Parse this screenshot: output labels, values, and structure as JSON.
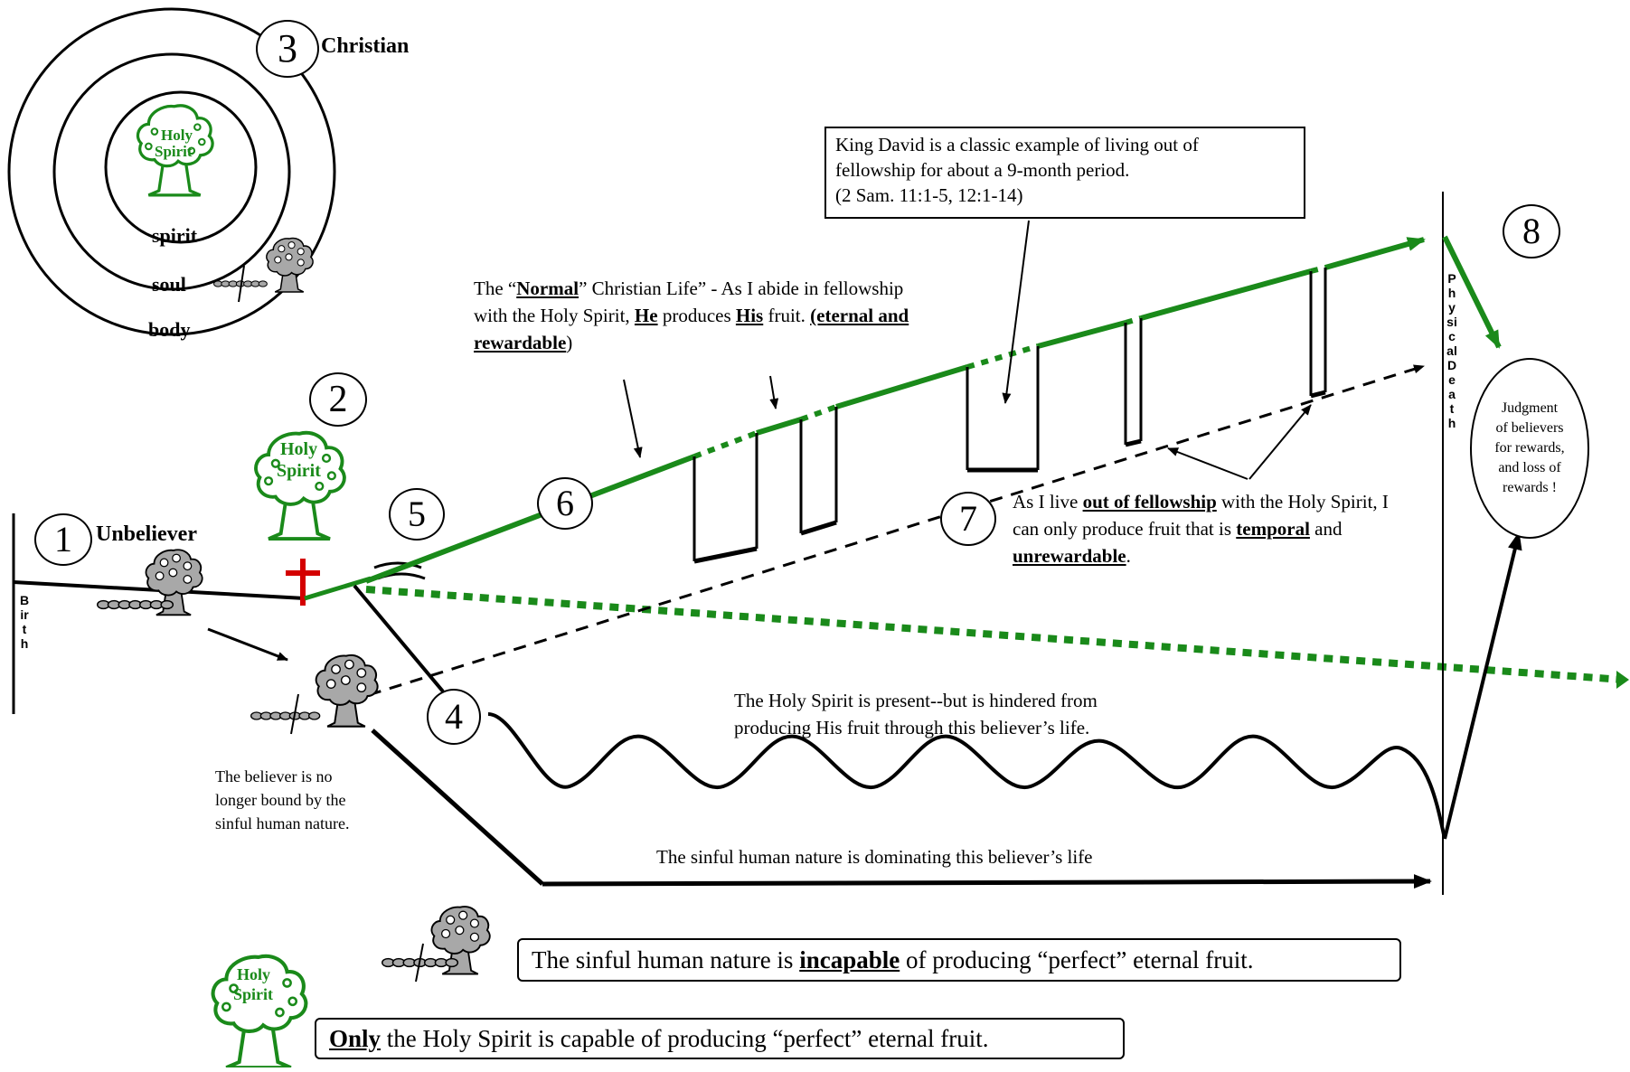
{
  "diagram": {
    "christian_circles": {
      "number": "3",
      "title": "Christian",
      "spirit_label": "spirit",
      "soul_label": "soul",
      "body_label": "body",
      "tree_line1": "Holy",
      "tree_line2": "Spirit"
    },
    "unbeliever": {
      "number": "1",
      "label": "Unbeliever"
    },
    "birth_label": "Birth",
    "death_label": "Physical Death",
    "salvation_tree": {
      "number": "2",
      "line1": "Holy",
      "line2": "Spirit"
    },
    "markers": {
      "four": "4",
      "five": "5",
      "six": "6",
      "seven": "7",
      "eight": "8"
    },
    "normal_life_text": {
      "part1": "The “",
      "normal": "Normal",
      "part2": "” Christian Life” - As I abide in fellowship with the Holy Spirit, ",
      "he": "He",
      "part3": " produces",
      "his": "His",
      "part4": " fruit. ",
      "eternal": "(eternal and rewardable",
      "close": ")"
    },
    "david_box": {
      "line1": "King David is a classic example of living out of",
      "line2": "fellowship for about a 9-month period.",
      "line3": "(2 Sam. 11:1-5, 12:1-14)"
    },
    "out_of_fellowship": {
      "part1": "As I live ",
      "bold1": "out of fellowship",
      "part2": " with the Holy Spirit, I can only produce fruit that is ",
      "bold2": "temporal",
      "part3": " and ",
      "bold3": "unrewardable",
      "part4": "."
    },
    "hindered_text": {
      "line1": "The Holy Spirit is present--but is hindered from",
      "line2": "producing His fruit through this believer’s life."
    },
    "no_longer_bound": {
      "line1": "The believer is no",
      "line2": "longer bound by the",
      "line3": "sinful human nature."
    },
    "dominating_text": "The sinful human nature is dominating this believer’s life",
    "judgment_circle": {
      "line1": "Judgment",
      "line2": "of believers",
      "line3": "for rewards,",
      "line4": "and loss of",
      "line5": "rewards !"
    },
    "legend": {
      "incapable_part1": "The sinful human nature is ",
      "incapable_bold": "incapable",
      "incapable_part2": " of producing “perfect” eternal fruit.",
      "only_bold": "Only",
      "only_part2": " the Holy Spirit is capable of producing “perfect” eternal fruit.",
      "tree_line1": "Holy",
      "tree_line2": "Spirit"
    },
    "colors": {
      "green": "#1a8a1a",
      "red": "#d40000",
      "gray": "#a8a8a8",
      "black": "#000000"
    }
  }
}
